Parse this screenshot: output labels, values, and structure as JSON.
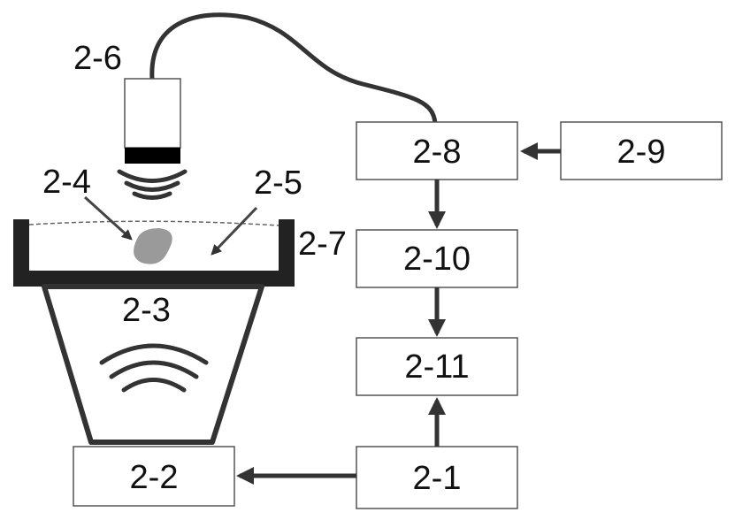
{
  "labels": {
    "probe": "2-6",
    "sample": "2-4",
    "liquid": "2-5",
    "tank": "2-7",
    "transducer": "2-3",
    "box_2_8": "2-8",
    "box_2_9": "2-9",
    "box_2_10": "2-10",
    "box_2_11": "2-11",
    "box_2_1": "2-1",
    "box_2_2": "2-2"
  },
  "colors": {
    "stroke": "#333333",
    "box_border": "#555555",
    "sample_fill": "#9a9a9a",
    "probe_tip": "#000000"
  }
}
